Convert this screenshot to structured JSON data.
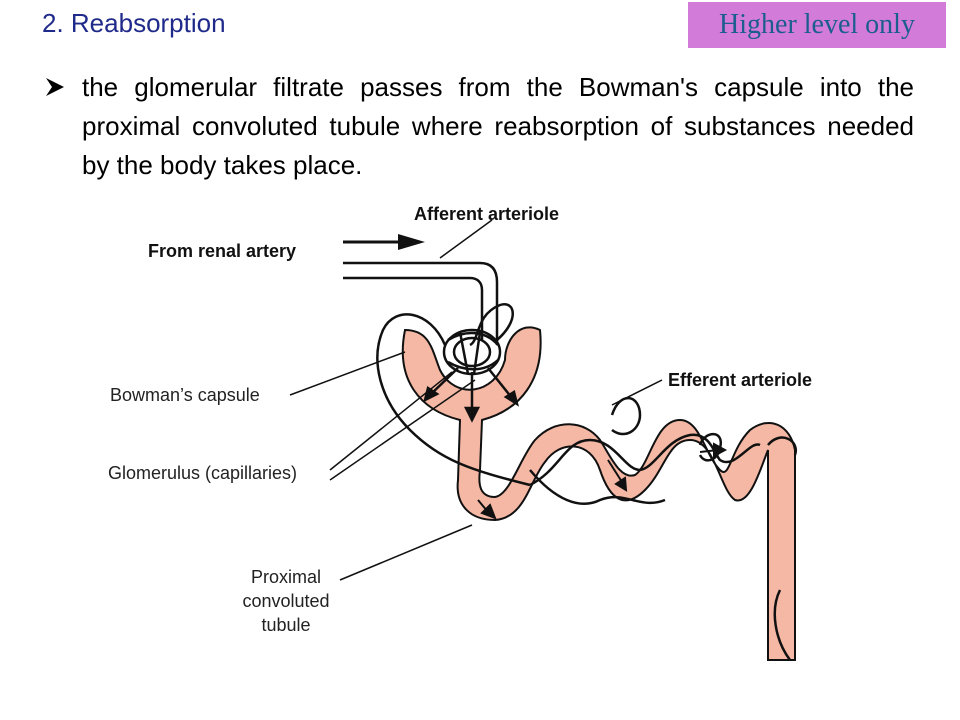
{
  "slide": {
    "title": "2. Reabsorption",
    "badge": "Higher level only",
    "bullet_text": "the glomerular filtrate passes from the Bowman's capsule into the proximal convoluted tubule where reabsorption of substances needed by the body takes place."
  },
  "diagram": {
    "labels": {
      "afferent": "Afferent arteriole",
      "from_renal": "From renal artery",
      "bowman": "Bowman’s capsule",
      "efferent": "Efferent arteriole",
      "glomerulus": "Glomerulus (capillaries)",
      "pct_1": "Proximal",
      "pct_2": "convoluted",
      "pct_3": "tubule"
    }
  },
  "colors": {
    "title": "#1f2a8a",
    "badge_bg": "#d27bd8",
    "badge_text": "#1c5d8f",
    "tubule_fill": "#f4b8a4"
  }
}
